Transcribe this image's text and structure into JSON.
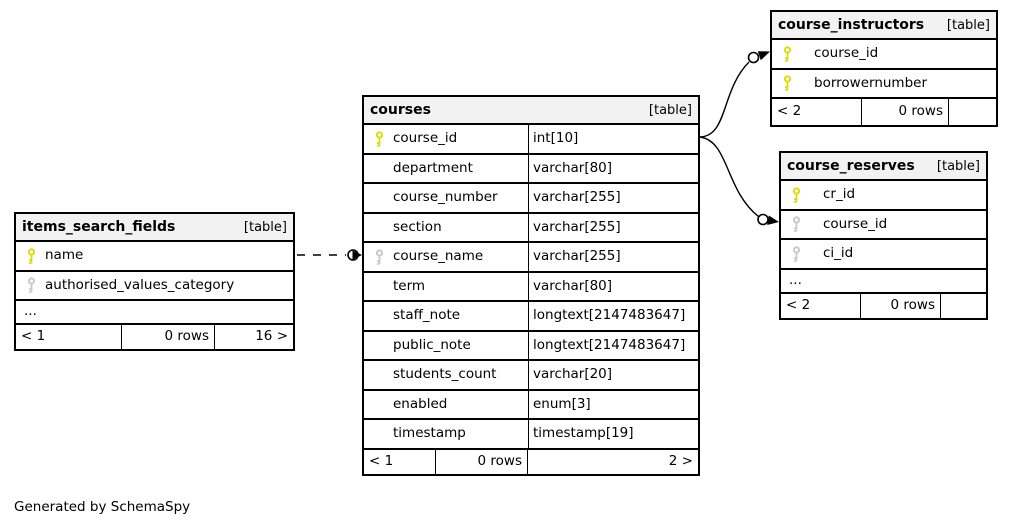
{
  "credit": "Generated by SchemaSpy",
  "colors": {
    "background": "#ffffff",
    "table_header_bg": "#f2f2f2",
    "table_border": "#000000",
    "primary_key_icon": "#dcdc00",
    "index_key_icon": "#c9c9c9",
    "connector": "#000000"
  },
  "icons": {
    "primary_key": "yellow-key-icon",
    "indexed_column": "gray-key-icon"
  },
  "tables": {
    "items_search_fields": {
      "title": "items_search_fields",
      "badge": "[table]",
      "columns": [
        {
          "name": "name",
          "key": "primary"
        },
        {
          "name": "authorised_values_category",
          "key": "index"
        }
      ],
      "ellipsis": "...",
      "footer": {
        "parents": "< 1",
        "rows": "0 rows",
        "children": "16 >"
      }
    },
    "courses": {
      "title": "courses",
      "badge": "[table]",
      "columns": [
        {
          "name": "course_id",
          "type": "int[10]",
          "key": "primary"
        },
        {
          "name": "department",
          "type": "varchar[80]",
          "key": ""
        },
        {
          "name": "course_number",
          "type": "varchar[255]",
          "key": ""
        },
        {
          "name": "section",
          "type": "varchar[255]",
          "key": ""
        },
        {
          "name": "course_name",
          "type": "varchar[255]",
          "key": "index"
        },
        {
          "name": "term",
          "type": "varchar[80]",
          "key": ""
        },
        {
          "name": "staff_note",
          "type": "longtext[2147483647]",
          "key": ""
        },
        {
          "name": "public_note",
          "type": "longtext[2147483647]",
          "key": ""
        },
        {
          "name": "students_count",
          "type": "varchar[20]",
          "key": ""
        },
        {
          "name": "enabled",
          "type": "enum[3]",
          "key": ""
        },
        {
          "name": "timestamp",
          "type": "timestamp[19]",
          "key": ""
        }
      ],
      "footer": {
        "parents": "< 1",
        "rows": "0 rows",
        "children": "2 >"
      }
    },
    "course_instructors": {
      "title": "course_instructors",
      "badge": "[table]",
      "columns": [
        {
          "name": "course_id",
          "key": "primary"
        },
        {
          "name": "borrowernumber",
          "key": "primary"
        }
      ],
      "footer": {
        "parents": "< 2",
        "rows": "0 rows",
        "children": ""
      }
    },
    "course_reserves": {
      "title": "course_reserves",
      "badge": "[table]",
      "columns": [
        {
          "name": "cr_id",
          "key": "primary"
        },
        {
          "name": "course_id",
          "key": "index"
        },
        {
          "name": "ci_id",
          "key": "index"
        }
      ],
      "ellipsis": "...",
      "footer": {
        "parents": "< 2",
        "rows": "0 rows",
        "children": ""
      }
    }
  }
}
